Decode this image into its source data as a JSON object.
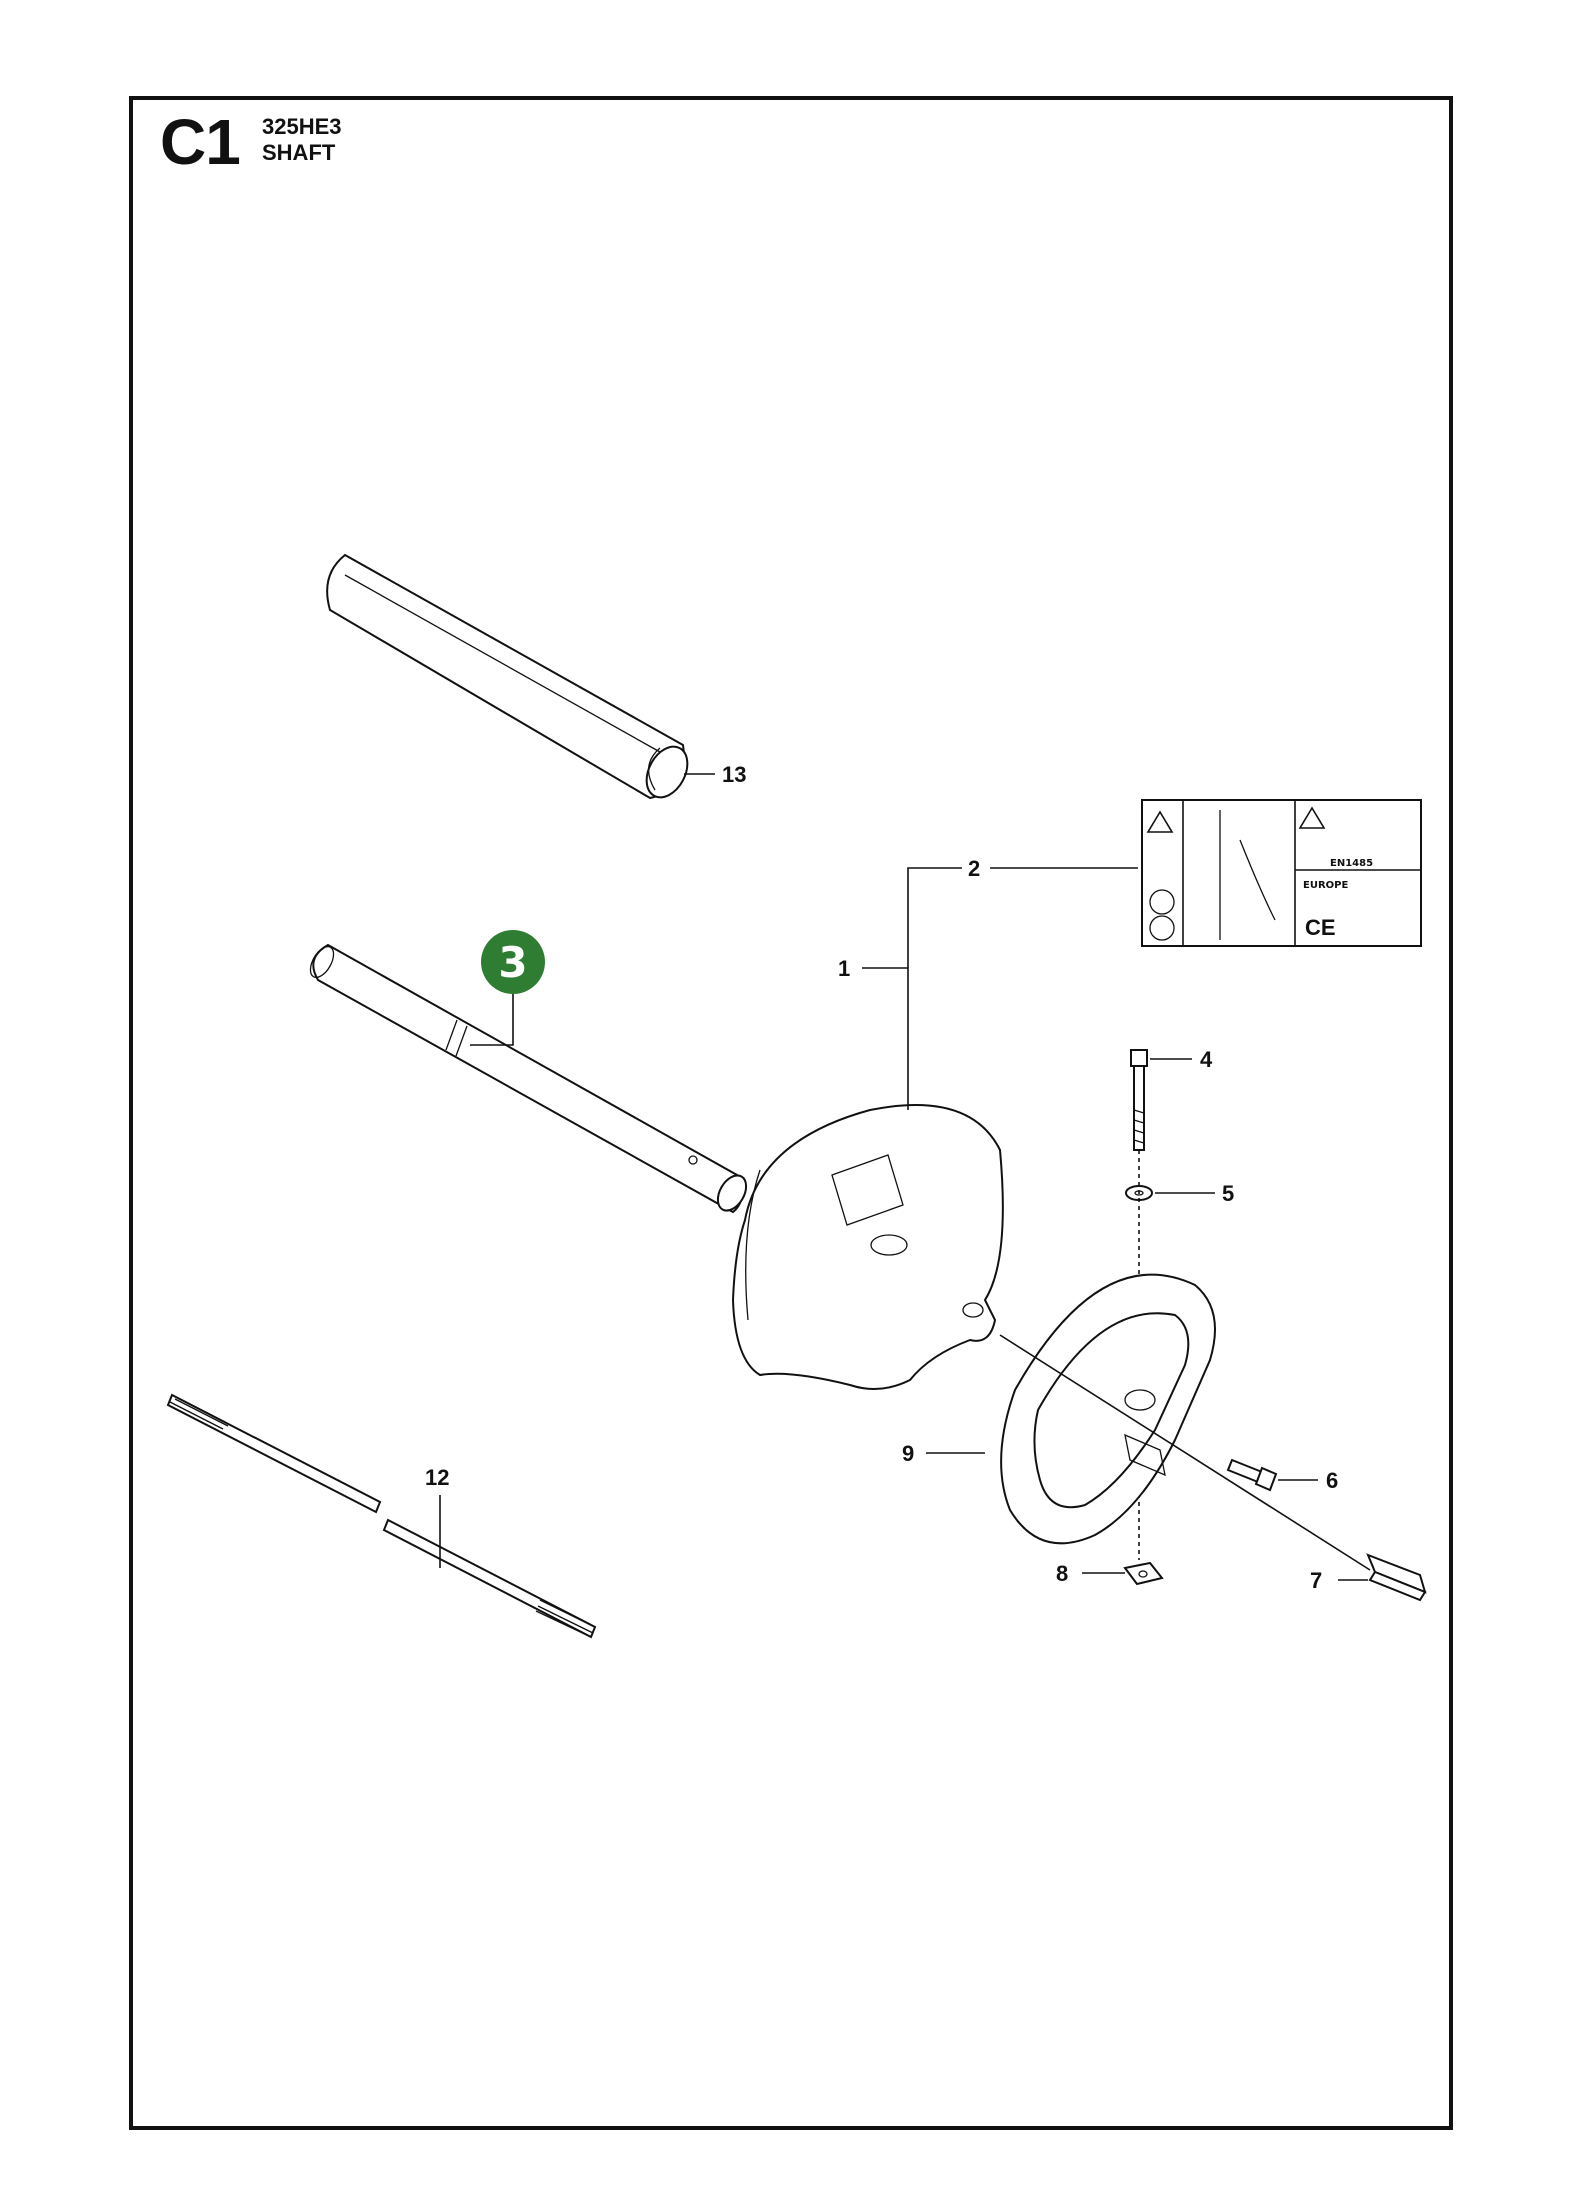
{
  "header": {
    "section_code": "C1",
    "model": "325HE3",
    "section_title": "SHAFT"
  },
  "callouts": {
    "p1": "1",
    "p2": "2",
    "p3": "3",
    "p4": "4",
    "p5": "5",
    "p6": "6",
    "p7": "7",
    "p8": "8",
    "p9": "9",
    "p12": "12",
    "p13": "13"
  },
  "decal": {
    "standard": "EN1485",
    "region": "EUROPE",
    "ce_mark": "CE"
  },
  "colors": {
    "line": "#111111",
    "badge": "#2e7d32",
    "badge_text": "#ffffff"
  }
}
